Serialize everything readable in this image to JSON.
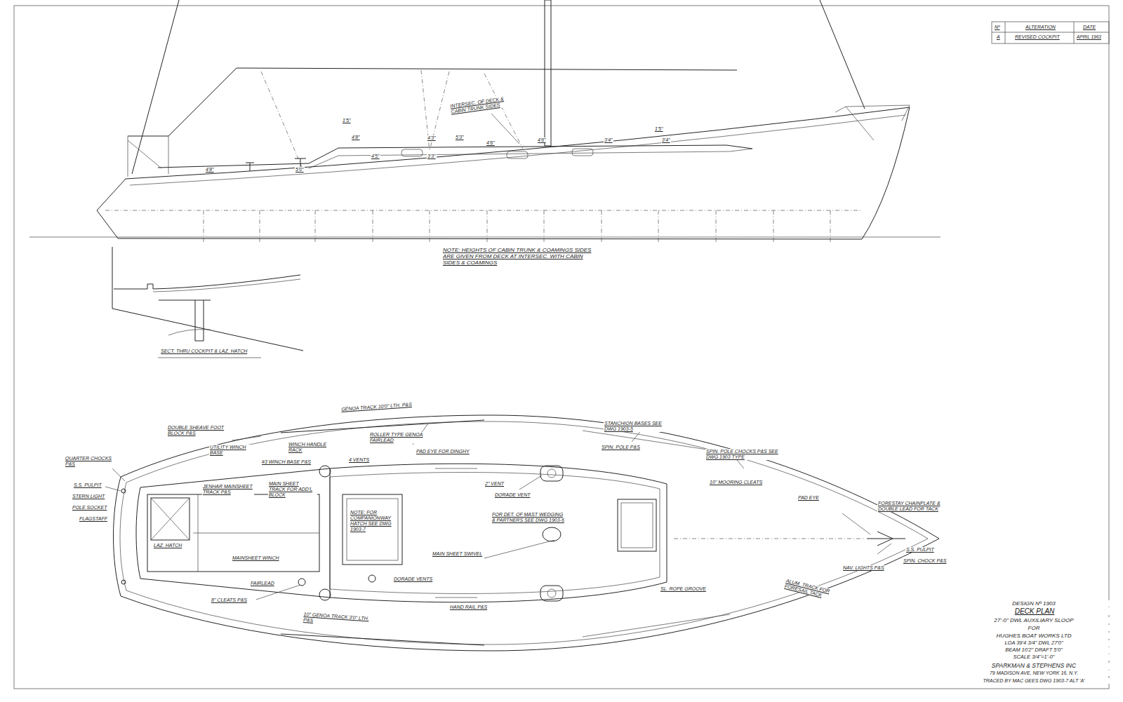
{
  "diagram": {
    "title": "DECK PLAN",
    "labels": [
      "Nº",
      "ALTERATION",
      "DATE",
      "A",
      "REVISED COCKPIT",
      "APRIL 1963",
      "INTERSEC. OF DECK & CABIN TRUNK SIDES",
      "1'5\"",
      "4'8\"",
      "4'5\"",
      "4'3\"",
      "3'3\"",
      "5'3\"",
      "4'6\"",
      "4'6\"",
      "3'4\"",
      "1'5\"",
      "3'4\"",
      "4'8\"",
      "5'0\"",
      "NOTE: HEIGHTS OF CABIN TRUNK & COAMINGS SIDES ARE GIVEN FROM DECK AT INTERSEC. WITH CABIN SIDES & COAMINGS",
      "SECT. THRU COCKPIT & LAZ. HATCH",
      "GENOA TRACK 10'0\" LTH. P&S",
      "DOUBLE SHEAVE FOOT BLOCK P&S",
      "ROLLER TYPE GENOA FAIRLEAD",
      "STANCHION BASES SEE DWG 1903-5",
      "SPIN. POLE P&S",
      "SPIN. POLE CHOCKS P&S SEE DWG 1903 TYPE",
      "QUARTER CHOCKS P&S",
      "S.S. PULPIT",
      "STERN LIGHT",
      "POLE SOCKET",
      "FLAGSTAFF",
      "UTILITY WINCH BASE",
      "WINCH HANDLE RACK",
      "#3 WINCH BASE P&S",
      "MAIN SHEET TRACK FOR ADD'L BLOCK",
      "JENHAR MAINSHEET TRACK P&S",
      "LAZ. HATCH",
      "4 VENTS",
      "NOTE: FOR COMPANIONWAY HATCH SEE DWG 1903-7",
      "PAD EYE FOR DINGHY",
      "DORADE VENT",
      "2\" VENT",
      "MAIN SHEET SWIVEL",
      "HAND RAIL P&S",
      "DORADE VENTS",
      "MAINSHEET WINCH",
      "FAIRLEAD",
      "8\" CLEATS P&S",
      "10\" GENOA TRACK 3'0\" LTH. P&S",
      "FOR DET. OF MAST WEDGING & PARTNERS SEE DWG 1903-6",
      "SL. ROPE GROOVE",
      "10\" MOORING CLEATS",
      "PAD EYE",
      "FORESTAY CHAINPLATE & DOUBLE LEAD FOR TACK",
      "S.S. PULPIT",
      "SPIN. CHOCK P&S",
      "NAV. LIGHTS P&S",
      "ALUM. TRACK FOR FORESAIL TACK",
      "DESIGN Nº 1903",
      "27'-0\" DWL AUXILIARY SLOOP",
      "FOR",
      "HUGHES BOAT WORKS LTD",
      "LOA 39'4 3/4\" DWL 27'0\"",
      "BEAM 10'2\" DRAFT 5'0\"",
      "SCALE 3/4\"=1'-0\"",
      "SPARKMAN & STEPHENS INC",
      "79 MADISON AVE, NEW YORK 16, N.Y.",
      "TRACED BY MAC GEES DWG 1903-7 ALT 'A'"
    ]
  }
}
